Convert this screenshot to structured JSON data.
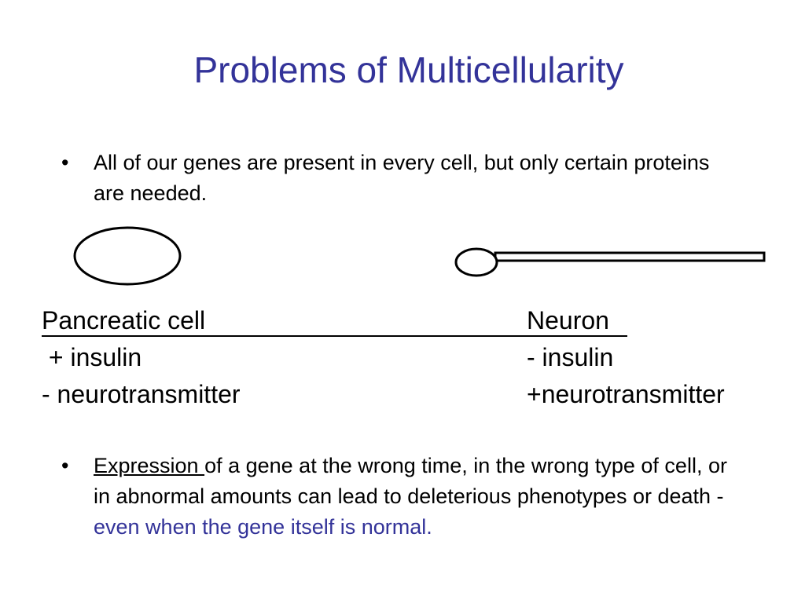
{
  "slide": {
    "title": "Problems of Multicellularity",
    "bullet_symbol": "•",
    "bullet1": "All of our genes are present in every cell, but only certain proteins are needed.",
    "bullet2": {
      "underlined": "Expression ",
      "normal": "of a gene at the wrong time, in the wrong type of cell, or in abnormal amounts can lead to deleterious phenotypes or death - ",
      "highlight": "even when the gene itself is normal."
    },
    "highlight_color": "#333399"
  },
  "comparison": {
    "left": {
      "heading": "Pancreatic cell",
      "line1": " + insulin",
      "line2": "- neurotransmitter"
    },
    "right": {
      "heading": "Neuron",
      "line1": "- insulin",
      "line2": "+neurotransmitter"
    }
  }
}
